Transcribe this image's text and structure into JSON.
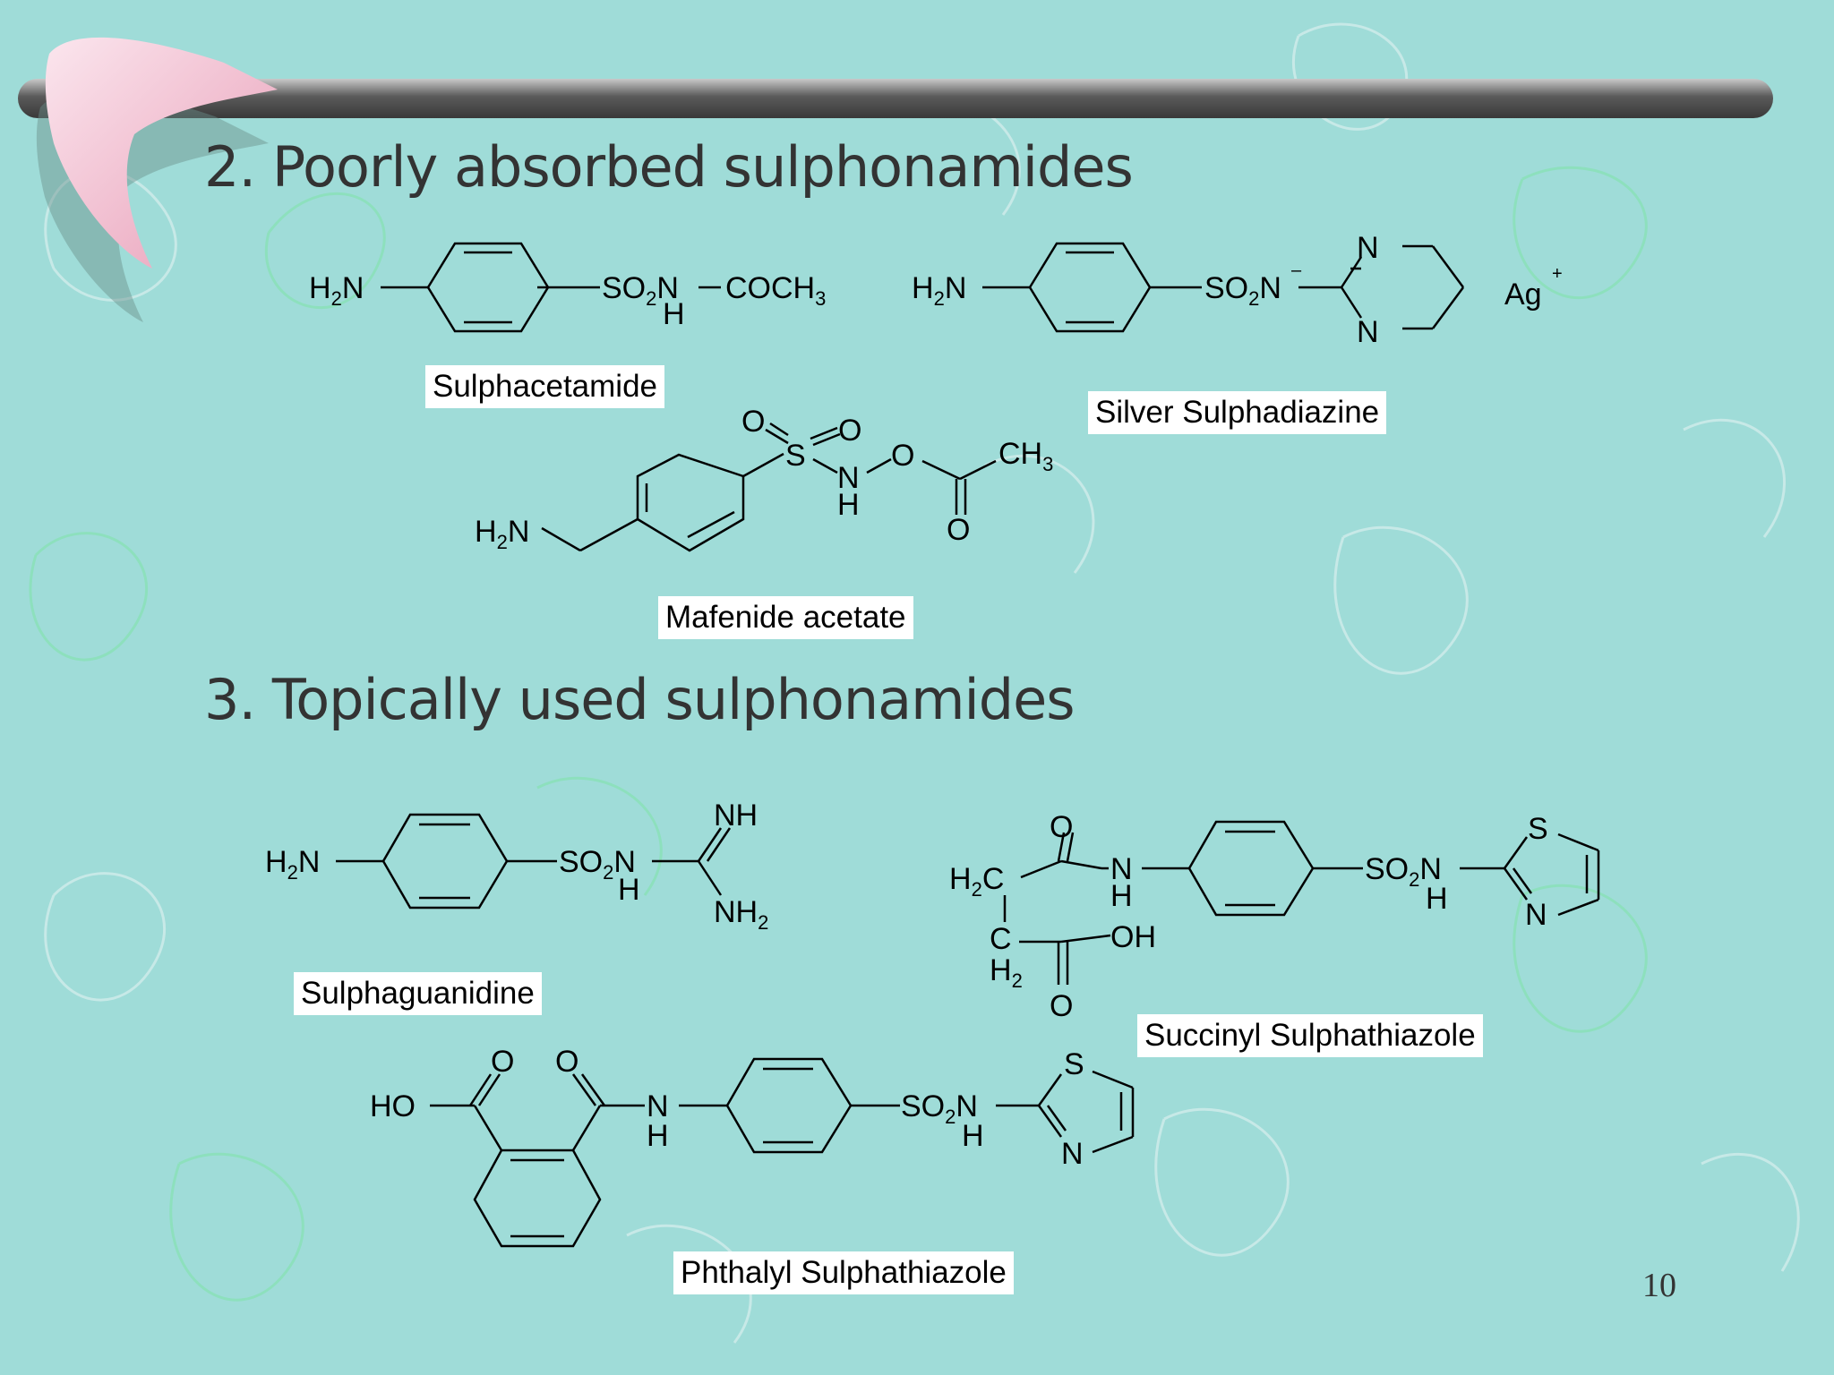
{
  "slide": {
    "heading_poorly_absorbed": "2. Poorly absorbed sulphonamides",
    "heading_topical": "3. Topically used sulphonamides",
    "page_number": "10"
  },
  "compounds": {
    "sulphacetamide": "Sulphacetamide",
    "silver_sulphadiazine": "Silver Sulphadiazine",
    "mafenide_acetate": "Mafenide acetate",
    "sulphaguanidine": "Sulphaguanidine",
    "succinyl_sulphathiazole": "Succinyl Sulphathiazole",
    "phthalyl_sulphathiazole": "Phthalyl Sulphathiazole"
  },
  "colors": {
    "background": "#9fdcd8",
    "boomerang_pink": "#f3c2d2",
    "bar": "#6f6f6f"
  }
}
